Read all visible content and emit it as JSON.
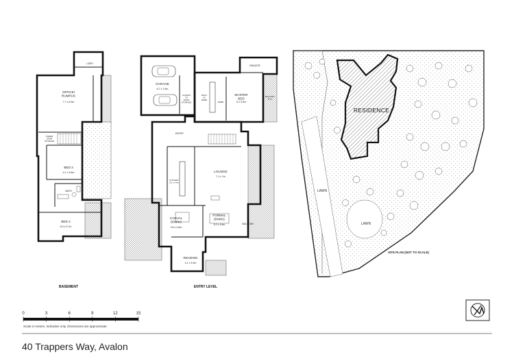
{
  "labels": {
    "basement": {
      "title": "BASEMENT",
      "ldry": "L'DRY",
      "office_name": "OFFICE/\nRUMPUS",
      "office_dim": "7.7 x 5.9m",
      "storage": "UNDER\nSTAIR\nSTORAGE",
      "bed3_name": "BED 3",
      "bed3_dim": "4.1 x 3.6m",
      "bath": "BATH",
      "bed2_name": "BED 2",
      "bed2_dim": "5.0 x 3.7m"
    },
    "entry": {
      "title": "ENTRY LEVEL",
      "garage_name": "GARAGE",
      "garage_dim": "6.7 x 7.5m",
      "access": "ACCESS\nTO\nROOF\nSTORAGE",
      "ensuite": "ENSUITE",
      "walk_in": "WALK\nIN\nROBE",
      "robe": "ROBE",
      "master_name": "MASTER\nBED",
      "master_dim": "6 x 3.9m",
      "balcony_top": "BALCONY\n4.5m",
      "entry": "ENTRY",
      "lounge_name": "LOUNGE",
      "lounge_dim": "7.1 x 7m",
      "kitchen": "KITCHEN\n2.5 x 4.4m",
      "casual_name": "CASUAL\nDINING",
      "casual_dim": "3.6 x 4.6m",
      "formal_name": "FORMAL\nDINING",
      "formal_dim": "5.2 x 4.8m",
      "balcony": "BALCONY",
      "reading_name": "READING",
      "reading_dim": "4.1 x 3.9m"
    },
    "site": {
      "residence": "RESIDENCE",
      "lawn1": "LAWN",
      "lawn2": "LAWN",
      "caption": "SITE PLAN (NOT TO SCALE)"
    }
  },
  "scale": {
    "ticks": [
      "0",
      "3",
      "6",
      "9",
      "12",
      "15"
    ],
    "note": "Scale in metres. Indicative only. Dimensions are approximate."
  },
  "address": "40 Trappers Way, Avalon",
  "icons": {
    "compass": "north-arrow-icon"
  },
  "colors": {
    "wall": "#111111",
    "hatch": "#777777"
  }
}
